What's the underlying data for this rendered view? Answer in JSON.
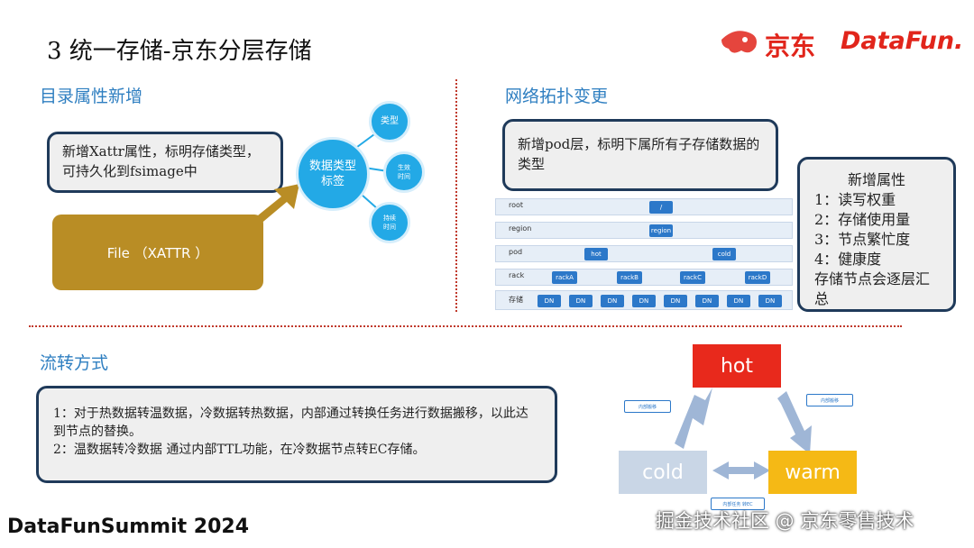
{
  "title": "3 统一存储-京东分层存储",
  "logos": {
    "jd": "京东",
    "datafun": "DataFun."
  },
  "section_dir": {
    "title": "目录属性新增",
    "box_text": "新增Xattr属性，标明存储类型，可持久化到fsimage中",
    "file_label": "File （XATTR ）",
    "center_circle": "数据类型标签",
    "small_circles": [
      "类型",
      "生效时间",
      "持续时间"
    ]
  },
  "section_net": {
    "title": "网络拓扑变更",
    "box_text": "新增pod层，标明下属所有子存储数据的类型",
    "attr_title": "新增属性",
    "attr_items": [
      "1：读写权重",
      "2：存储使用量",
      "3：节点繁忙度",
      "4：健康度"
    ],
    "attr_footer": "存储节点会逐层汇总",
    "topology": {
      "rows": [
        "root",
        "region",
        "pod",
        "rack",
        "存储"
      ],
      "root_node": "/",
      "region_node": "region",
      "pod_nodes": [
        "hot",
        "cold"
      ],
      "rack_nodes": [
        "rackA",
        "rackB",
        "rackC",
        "rackD"
      ],
      "dn_nodes": [
        "DN",
        "DN",
        "DN",
        "DN",
        "DN",
        "DN",
        "DN",
        "DN"
      ]
    }
  },
  "section_flow": {
    "title": "流转方式",
    "lines": [
      "1：对于热数据转温数据，冷数据转热数据，内部通过转换任务进行数据搬移，以此达到节点的替换。",
      "2：温数据转冷数据 通过内部TTL功能，在冷数据节点转EC存储。"
    ],
    "hot": "hot",
    "cold": "cold",
    "warm": "warm",
    "label_left": "内部搬移",
    "label_right": "内部搬移",
    "label_bottom": "内部任务 转EC",
    "colors": {
      "hot": "#e8291c",
      "cold": "#c9d6e6",
      "warm": "#f5b915"
    }
  },
  "footer": "DataFunSummit 2024",
  "watermark": "掘金技术社区 @ 京东零售技术"
}
